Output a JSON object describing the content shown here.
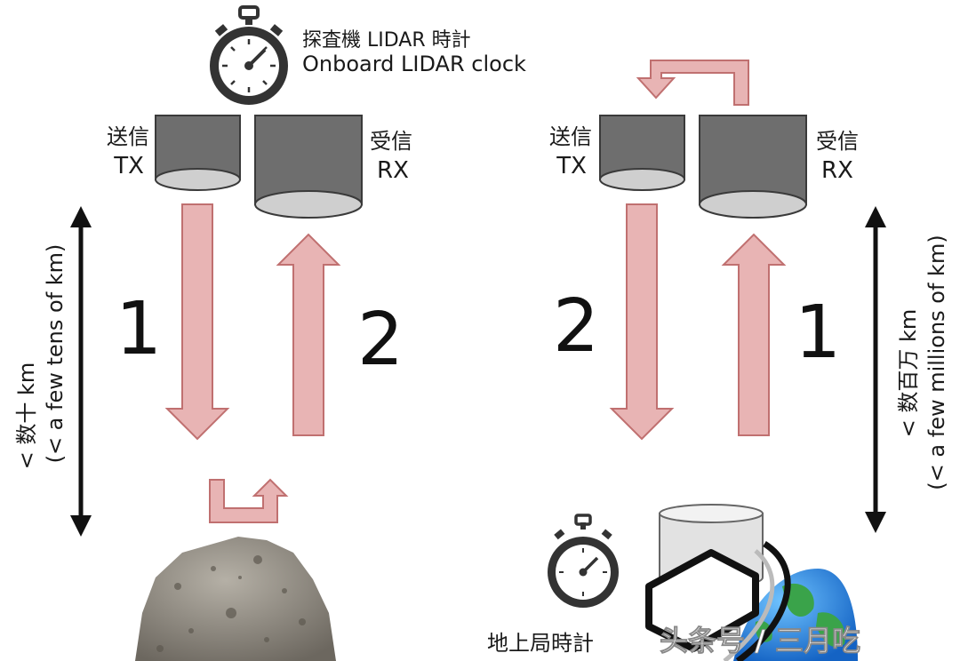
{
  "top_left": {
    "clock_label_jp": "探査機 LIDAR 時計",
    "clock_label_en": "Onboard LIDAR clock",
    "tx_jp": "送信",
    "tx_en": "TX",
    "rx_jp": "受信",
    "rx_en": "RX",
    "step_down": "1",
    "step_up": "2",
    "distance_jp": "< 数十 km",
    "distance_en": "(< a few tens of km)"
  },
  "top_right": {
    "tx_jp": "送信",
    "tx_en": "TX",
    "rx_jp": "受信",
    "rx_en": "RX",
    "step_down": "2",
    "step_up": "1",
    "distance_jp": "< 数百万 km",
    "distance_en": "(< a few millions of km)",
    "ground_clock_label": "地上局時計"
  },
  "watermark": "头条号 / 三月吃",
  "colors": {
    "arrow_fill": "#e8b4b4",
    "arrow_stroke": "#c07070",
    "telescope_body": "#6e6e6e",
    "telescope_lens": "#cfcfcf",
    "asteroid": "#8a857c",
    "earth_ocean": "#1e7fd6",
    "earth_land": "#3aa34a"
  },
  "icons": [
    "stopwatch-icon",
    "asteroid-image",
    "earth-image",
    "ground-antenna-image"
  ]
}
